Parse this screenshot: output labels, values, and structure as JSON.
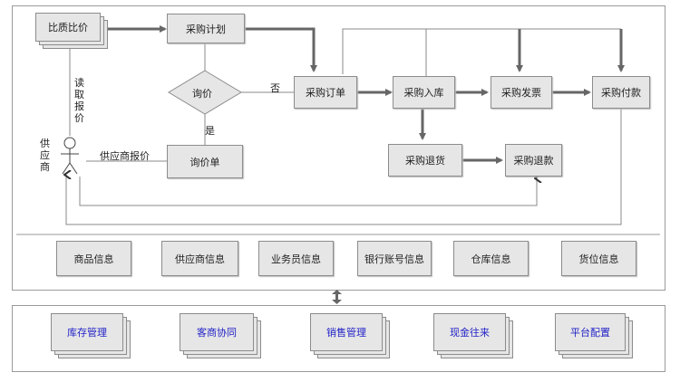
{
  "process": {
    "price_compare": "比质比价",
    "purchase_plan": "采购计划",
    "inquiry": "询价",
    "inquiry_sheet": "询价单",
    "purchase_order": "采购订单",
    "purchase_receipt": "采购入库",
    "purchase_invoice": "采购发票",
    "purchase_payment": "采购付款",
    "purchase_return": "采购退货",
    "purchase_refund": "采购退款"
  },
  "labels": {
    "no": "否",
    "yes": "是",
    "read_quote": "读取报价",
    "supplier": "供应商",
    "supplier_quote": "供应商报价"
  },
  "info": [
    "商品信息",
    "供应商信息",
    "业务员信息",
    "银行账号信息",
    "仓库信息",
    "货位信息"
  ],
  "modules": [
    "库存管理",
    "客商协同",
    "销售管理",
    "现金往来",
    "平台配置"
  ],
  "colors": {
    "box_fill": "#e6e6e6",
    "box_border": "#8c8c8c",
    "arrow": "#666666",
    "line": "#888888",
    "module_text": "#2323c8"
  }
}
